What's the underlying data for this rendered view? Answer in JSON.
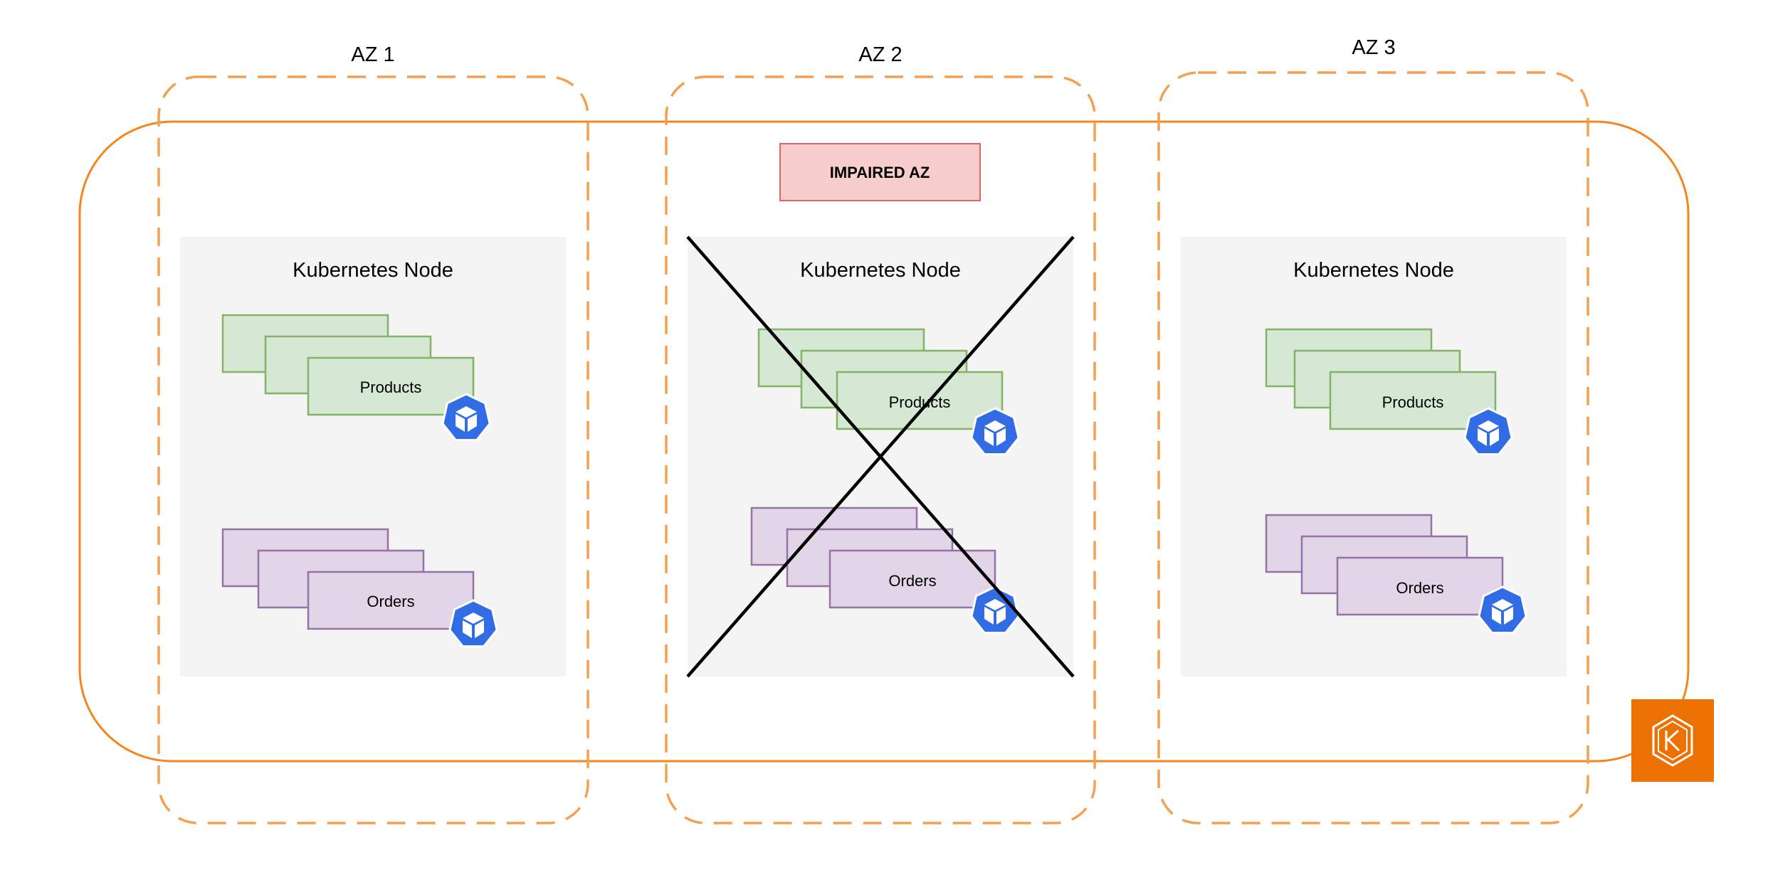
{
  "colors": {
    "cluster_border": "#f5861f",
    "az_border": "#f5a050",
    "node_fill": "#f4f4f4",
    "products_fill": "#d5e8d4",
    "products_border": "#82b366",
    "orders_fill": "#e1d5e7",
    "orders_border": "#9673a6",
    "impaired_fill": "#f8cecc",
    "impaired_border": "#e06666",
    "kubernetes_blue": "#326ce5",
    "eks_orange": "#ed7100",
    "cross_line": "#000000"
  },
  "availability_zones": [
    {
      "label": "AZ 1",
      "impaired": false,
      "node": {
        "title": "Kubernetes Node",
        "products": {
          "label": "Products",
          "icon": "kubernetes-pod-icon"
        },
        "orders": {
          "label": "Orders",
          "icon": "kubernetes-pod-icon"
        }
      }
    },
    {
      "label": "AZ 2",
      "impaired": true,
      "impaired_label": "IMPAIRED AZ",
      "node": {
        "title": "Kubernetes Node",
        "products": {
          "label": "Products",
          "icon": "kubernetes-pod-icon"
        },
        "orders": {
          "label": "Orders",
          "icon": "kubernetes-pod-icon"
        }
      }
    },
    {
      "label": "AZ 3",
      "impaired": false,
      "node": {
        "title": "Kubernetes Node",
        "products": {
          "label": "Products",
          "icon": "kubernetes-pod-icon"
        },
        "orders": {
          "label": "Orders",
          "icon": "kubernetes-pod-icon"
        }
      }
    }
  ],
  "cluster_icon": "amazon-eks-icon"
}
